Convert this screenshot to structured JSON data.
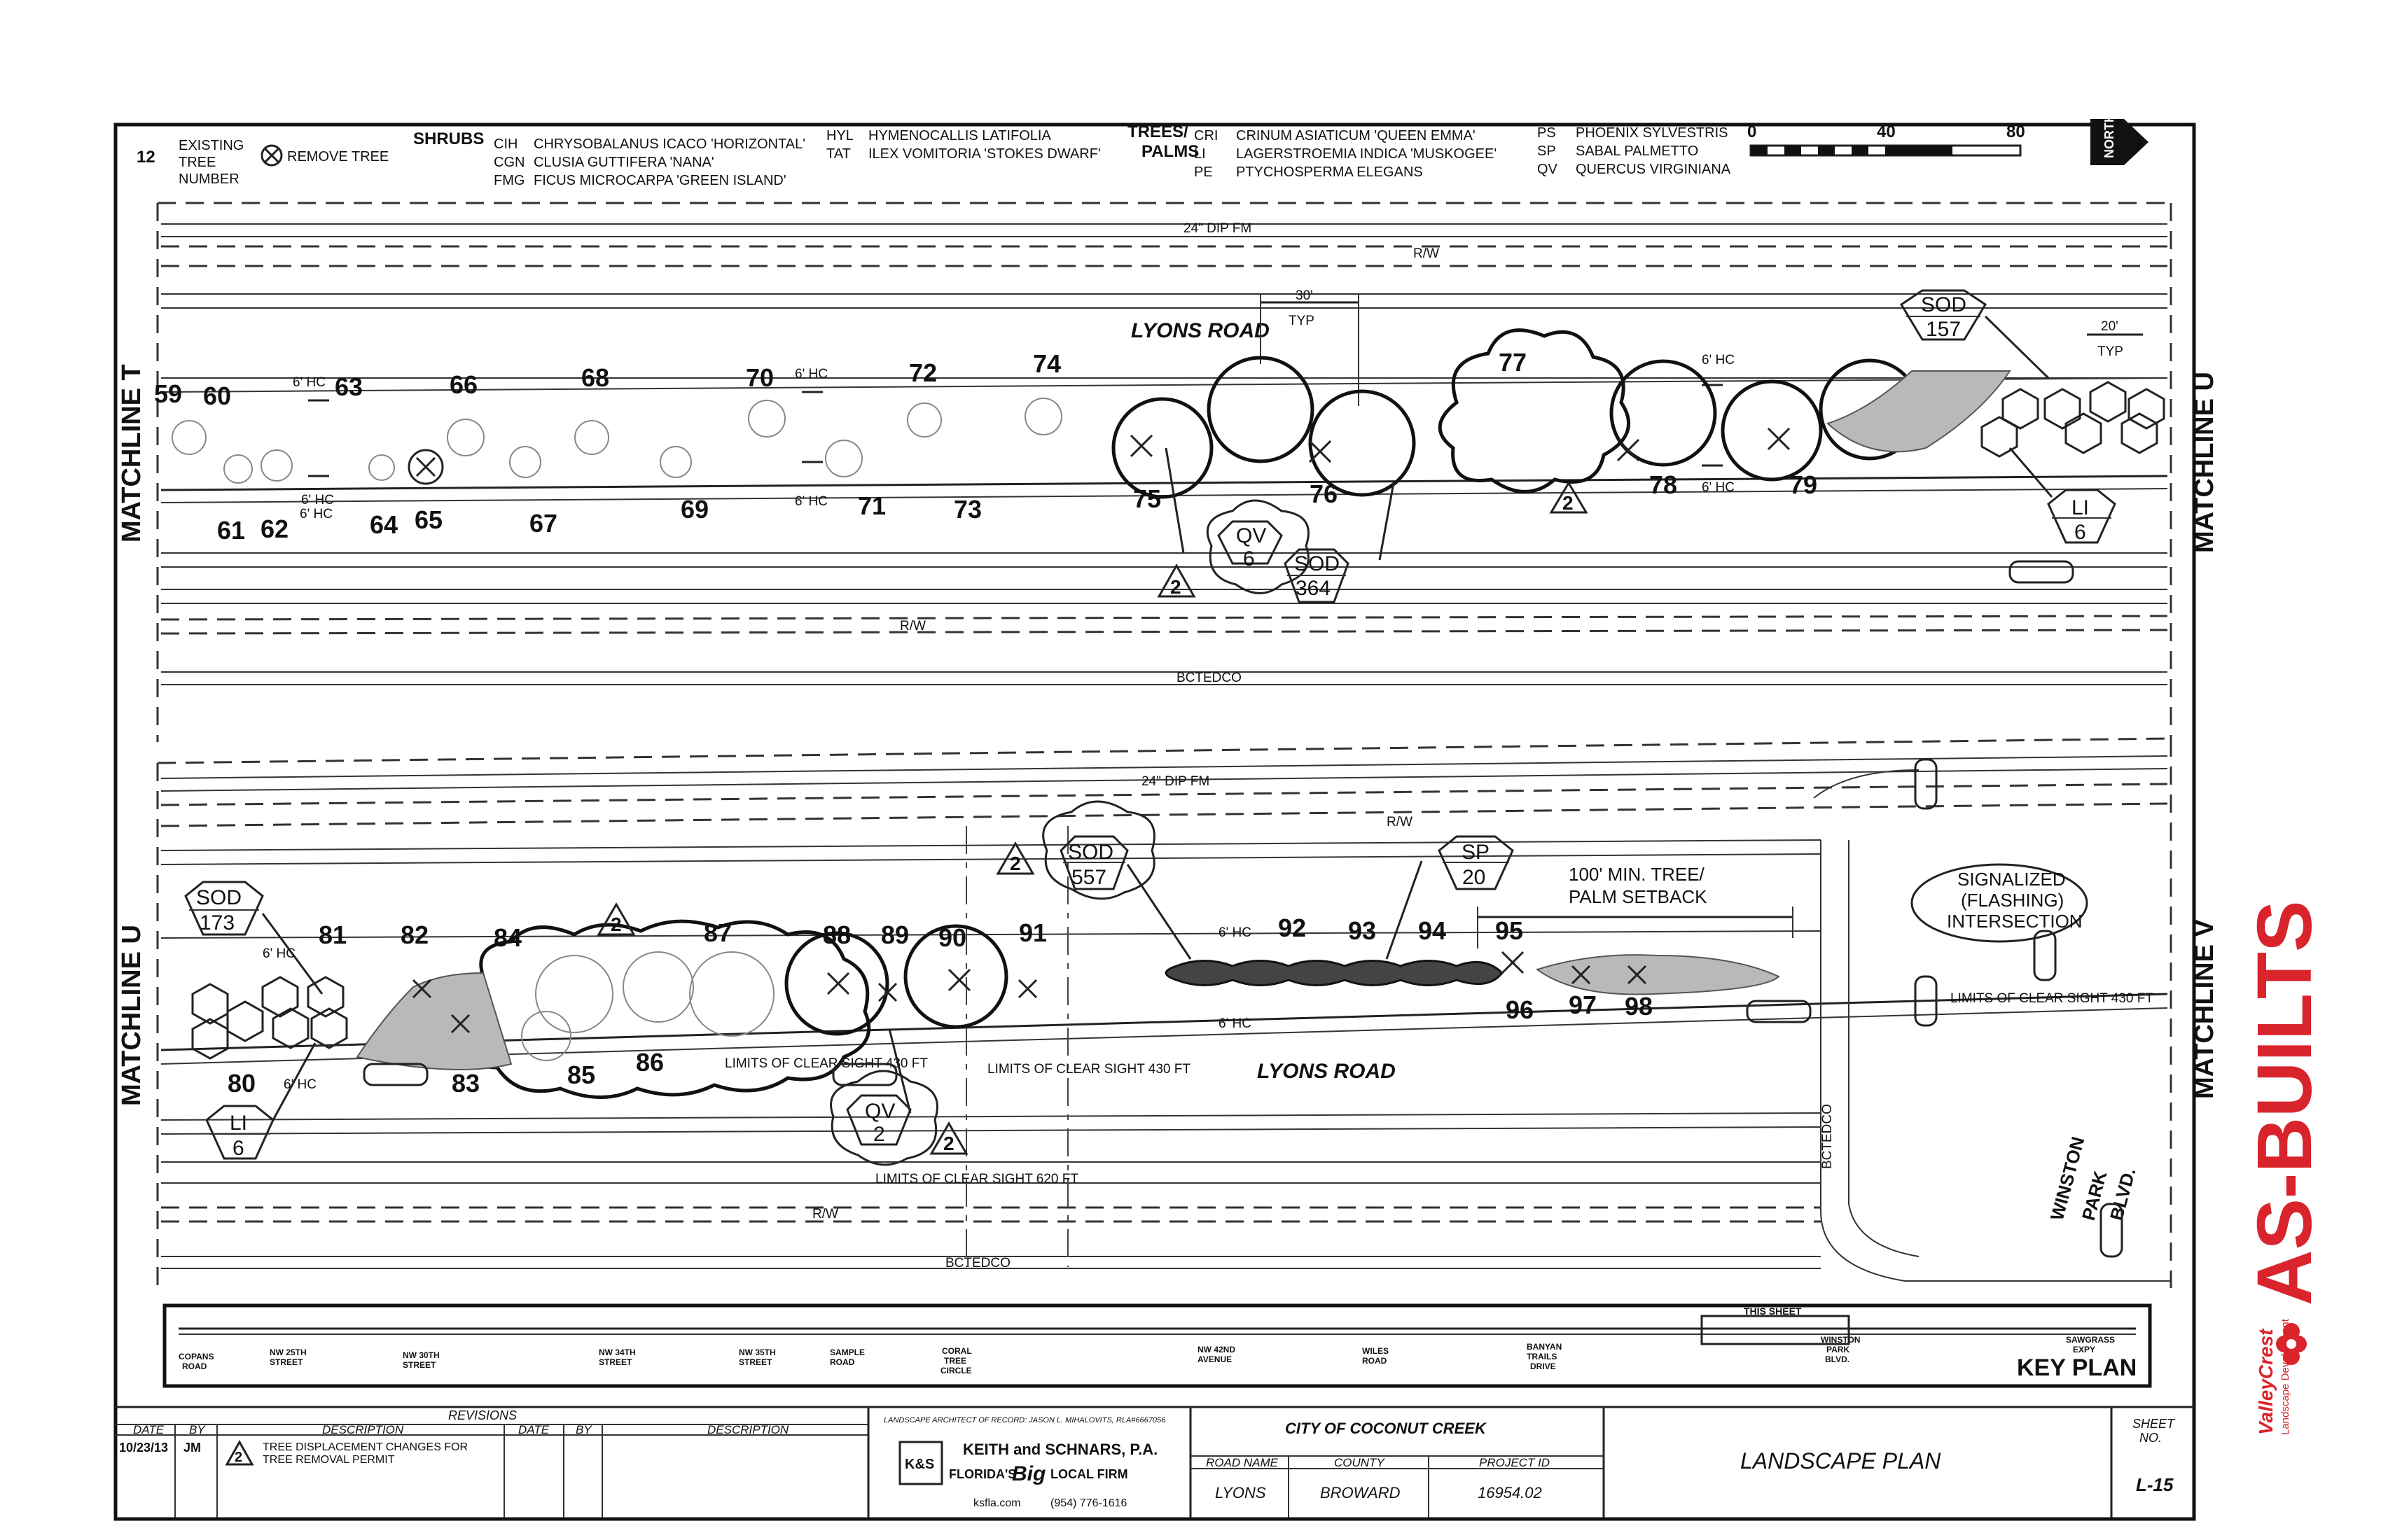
{
  "legend": {
    "tree_number_sample": "12",
    "tree_number_label": [
      "EXISTING",
      "TREE",
      "NUMBER"
    ],
    "remove_tree_label": "REMOVE TREE",
    "shrubs_heading": "SHRUBS",
    "shrubs": [
      {
        "code": "CIH",
        "name": "CHRYSOBALANUS ICACO 'HORIZONTAL'"
      },
      {
        "code": "CGN",
        "name": "CLUSIA GUTTIFERA 'NANA'"
      },
      {
        "code": "FMG",
        "name": "FICUS MICROCARPA 'GREEN ISLAND'"
      },
      {
        "code": "HYL",
        "name": "HYMENOCALLIS LATIFOLIA"
      },
      {
        "code": "TAT",
        "name": "ILEX VOMITORIA 'STOKES DWARF'"
      }
    ],
    "trees_heading": [
      "TREES/",
      "PALMS"
    ],
    "trees": [
      {
        "code": "CRI",
        "name": "CRINUM ASIATICUM 'QUEEN EMMA'"
      },
      {
        "code": "LI",
        "name": "LAGERSTROEMIA INDICA 'MUSKOGEE'"
      },
      {
        "code": "PE",
        "name": "PTYCHOSPERMA ELEGANS"
      },
      {
        "code": "PS",
        "name": "PHOENIX SYLVESTRIS"
      },
      {
        "code": "SP",
        "name": "SABAL PALMETTO"
      },
      {
        "code": "QV",
        "name": "QUERCUS VIRGINIANA"
      }
    ],
    "scale_labels": [
      "0",
      "40",
      "80"
    ],
    "north_label": "NORTH"
  },
  "top_plan": {
    "matchline_left": "MATCHLINE T",
    "matchline_right": "MATCHLINE U",
    "road_name": "LYONS ROAD",
    "utility": "24\" DIP FM",
    "row_label": "R/W",
    "row_label_2": "R/W",
    "bcted": "BCTEDCO",
    "spacing_30": [
      "30'",
      "TYP"
    ],
    "spacing_20": [
      "20'",
      "TYP"
    ],
    "hc_labels": [
      "6' HC",
      "6' HC",
      "6' HC",
      "6' HC",
      "6' HC",
      "6' HC",
      "6' HC"
    ],
    "tree_numbers_upper": [
      "59",
      "60",
      "63",
      "66",
      "68",
      "70",
      "72",
      "74",
      "77"
    ],
    "tree_numbers_lower": [
      "61",
      "62",
      "64",
      "65",
      "67",
      "69",
      "71",
      "73",
      "75",
      "76",
      "78",
      "79"
    ],
    "tags": [
      {
        "code": "SOD",
        "qty": "157"
      },
      {
        "code": "QV",
        "qty": "6"
      },
      {
        "code": "SOD",
        "qty": "364"
      },
      {
        "code": "LI",
        "qty": "6"
      }
    ],
    "revision_marks": [
      "2",
      "2"
    ]
  },
  "bottom_plan": {
    "matchline_left": "MATCHLINE U",
    "matchline_right": "MATCHLINE V",
    "road_name": "LYONS ROAD",
    "utility": "24\" DIP FM",
    "row_label": "R/W",
    "row_label_2": "R/W",
    "bcted": "BCTEDCO",
    "bcted_vertical": "BCTEDCO",
    "hc_labels": [
      "6' HC",
      "6' HC",
      "6' HC",
      "6' HC"
    ],
    "tree_numbers_upper": [
      "81",
      "82",
      "84",
      "87",
      "88",
      "89",
      "90",
      "91",
      "92",
      "93",
      "94",
      "95"
    ],
    "tree_numbers_lower": [
      "80",
      "83",
      "85",
      "86",
      "96",
      "97",
      "98"
    ],
    "tags": [
      {
        "code": "SOD",
        "qty": "173"
      },
      {
        "code": "LI",
        "qty": "6"
      },
      {
        "code": "SOD",
        "qty": "557"
      },
      {
        "code": "QV",
        "qty": "2"
      },
      {
        "code": "SP",
        "qty": "20"
      }
    ],
    "revision_marks": [
      "2",
      "2",
      "2"
    ],
    "setback_note": [
      "100' MIN. TREE/",
      "PALM SETBACK"
    ],
    "signal_note": [
      "SIGNALIZED",
      "(FLASHING)",
      "INTERSECTION"
    ],
    "clear_sight": [
      "LIMITS OF CLEAR SIGHT 430 FT",
      "LIMITS OF CLEAR SIGHT 430 FT",
      "LIMITS OF CLEAR SIGHT 430 FT",
      "LIMITS OF CLEAR SIGHT 620 FT"
    ],
    "cross_street": [
      "WINSTON",
      "PARK",
      "BLVD."
    ]
  },
  "key_plan": {
    "title": "KEY PLAN",
    "this_sheet": "THIS SHEET",
    "streets": [
      [
        "COPANS",
        "ROAD"
      ],
      [
        "NW 25TH",
        "STREET"
      ],
      [
        "NW 30TH",
        "STREET"
      ],
      [
        "NW 34TH",
        "STREET"
      ],
      [
        "NW 35TH",
        "STREET"
      ],
      [
        "SAMPLE",
        "ROAD"
      ],
      [
        "CORAL",
        "TREE",
        "CIRCLE"
      ],
      [
        "NW 42ND",
        "AVENUE"
      ],
      [
        "WILES",
        "ROAD"
      ],
      [
        "BANYAN",
        "TRAILS",
        "DRIVE"
      ],
      [
        "WINSTON",
        "PARK",
        "BLVD."
      ],
      [
        "SAWGRASS",
        "EXPY"
      ]
    ]
  },
  "title_block": {
    "revisions_heading": "REVISIONS",
    "col_date": "DATE",
    "col_by": "BY",
    "col_desc": "DESCRIPTION",
    "rev_date": "10/23/13",
    "rev_by": "JM",
    "rev_mark": "2",
    "rev_desc": [
      "TREE DISPLACEMENT CHANGES FOR",
      "TREE REMOVAL PERMIT"
    ],
    "architect_line": "LANDSCAPE ARCHITECT OF RECORD: JASON L. MIHALOVITS, RLA#6667056",
    "firm": "KEITH and SCHNARS, P.A.",
    "firm_logo": "K&S",
    "slogan_1": "FLORIDA'S",
    "slogan_big": "Big",
    "slogan_2": "LOCAL FIRM",
    "web": "ksfla.com",
    "phone": "(954) 776-1616",
    "client": "CITY OF COCONUT CREEK",
    "road_name_label": "ROAD NAME",
    "county_label": "COUNTY",
    "project_label": "PROJECT ID",
    "road_name": "LYONS",
    "county": "BROWARD",
    "project_id": "16954.02",
    "sheet_title": "LANDSCAPE PLAN",
    "sheet_label": [
      "SHEET",
      "NO."
    ],
    "sheet_no": "L-15"
  },
  "stamp": {
    "text": "AS-BUILTS",
    "company": "ValleyCrest",
    "company_sub": "Landscape Development"
  },
  "colors": {
    "stamp": "#d9242c",
    "line": "#222222",
    "hatch": "#b9b9b9"
  }
}
